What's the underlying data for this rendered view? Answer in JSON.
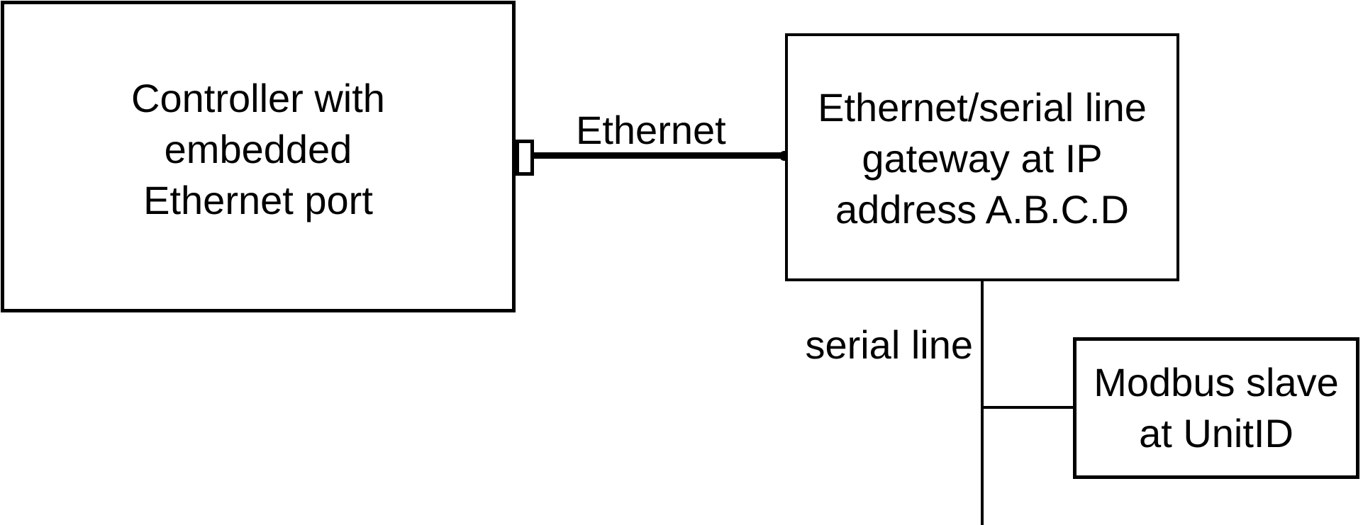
{
  "colors": {
    "ink": "#000000",
    "paper": "#ffffff"
  },
  "nodes": {
    "controller": {
      "lines": [
        "Controller with",
        "embedded",
        "Ethernet port"
      ]
    },
    "gateway": {
      "lines": [
        "Ethernet/serial line",
        "gateway at IP",
        "address A.B.C.D"
      ]
    },
    "modbus_slave": {
      "lines": [
        "Modbus slave",
        "at UnitID"
      ]
    }
  },
  "links": {
    "ethernet": {
      "label": "Ethernet"
    },
    "serial": {
      "label": "serial line"
    }
  }
}
